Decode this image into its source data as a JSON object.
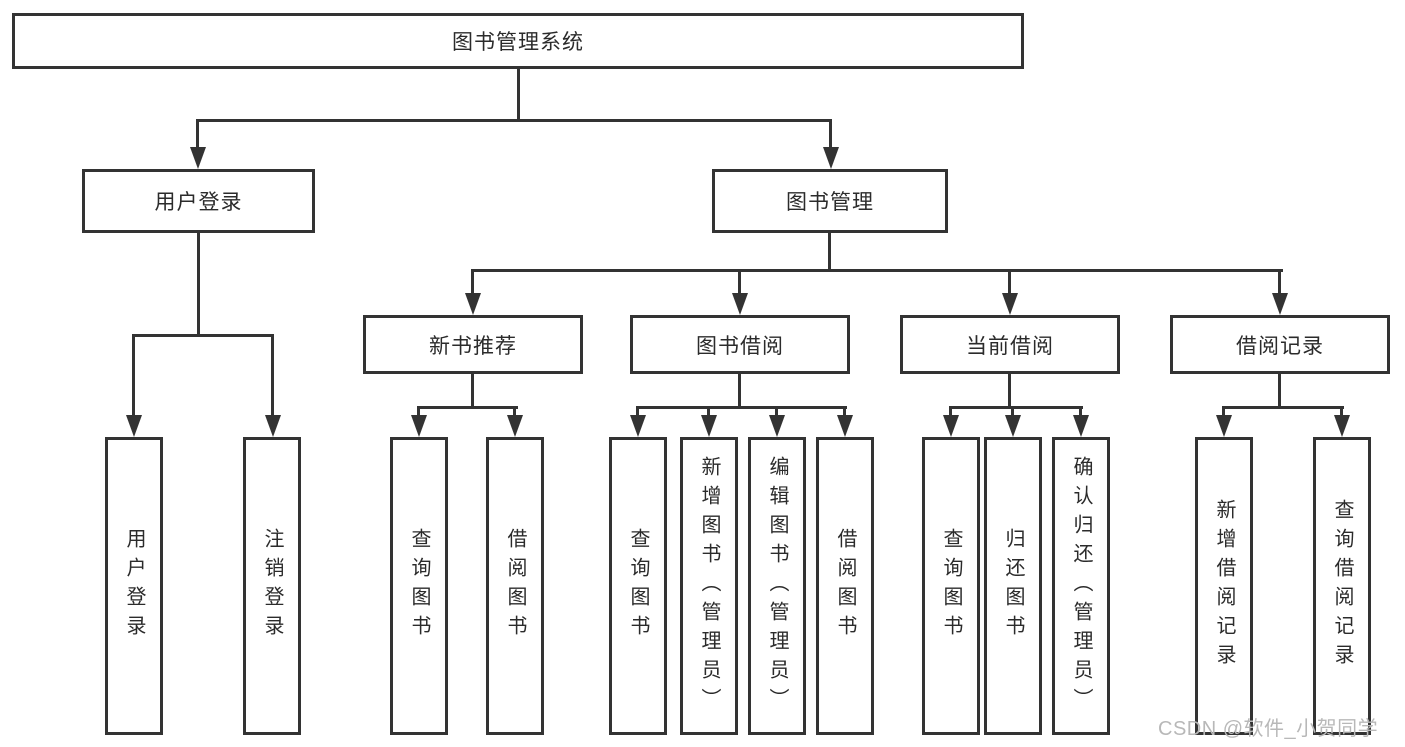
{
  "nodes": {
    "root": {
      "label": "图书管理系统"
    },
    "user_login": {
      "label": "用户登录"
    },
    "book_mgmt": {
      "label": "图书管理"
    },
    "new_books": {
      "label": "新书推荐"
    },
    "book_borrow": {
      "label": "图书借阅"
    },
    "current_borrow": {
      "label": "当前借阅"
    },
    "borrow_records": {
      "label": "借阅记录"
    },
    "leaves": {
      "login": {
        "label": "用户登录"
      },
      "logout": {
        "label": "注销登录"
      },
      "nb_query": {
        "label": "查询图书"
      },
      "nb_borrow": {
        "label": "借阅图书"
      },
      "bw_query": {
        "label": "查询图书"
      },
      "bw_add": {
        "label": "新增图书（管理员）"
      },
      "bw_edit": {
        "label": "编辑图书（管理员）"
      },
      "bw_borrow": {
        "label": "借阅图书"
      },
      "cb_query": {
        "label": "查询图书"
      },
      "cb_return": {
        "label": "归还图书"
      },
      "cb_confirm": {
        "label": "确认归还（管理员）"
      },
      "rc_add": {
        "label": "新增借阅记录"
      },
      "rc_query": {
        "label": "查询借阅记录"
      }
    }
  },
  "watermark": {
    "text": "CSDN @软件_小贺同学"
  },
  "colors": {
    "line": "#333333",
    "text": "#2b2b2b",
    "watermark": "#b8b8b8",
    "background": "#ffffff"
  }
}
